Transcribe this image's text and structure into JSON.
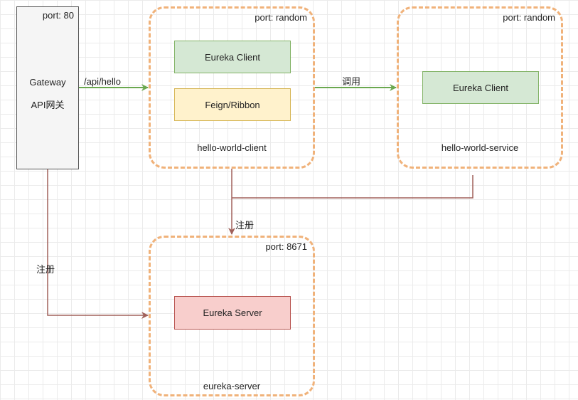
{
  "gateway": {
    "port": "port: 80",
    "name": "Gateway",
    "subtitle": "API网关"
  },
  "hello_world_client": {
    "port": "port: random",
    "name": "hello-world-client",
    "eureka_client": "Eureka Client",
    "feign_ribbon": "Feign/Ribbon"
  },
  "hello_world_service": {
    "port": "port: random",
    "name": "hello-world-service",
    "eureka_client": "Eureka Client"
  },
  "eureka_server": {
    "port": "port: 8671",
    "name": "eureka-server",
    "eureka_server_box": "Eureka Server"
  },
  "edges": {
    "api_hello": "/api/hello",
    "invoke": "调用",
    "register_top": "注册",
    "register_left": "注册"
  },
  "colors": {
    "group_border": "#f0b27a",
    "green_fill": "#d5e8d4",
    "green_border": "#82b366",
    "yellow_fill": "#fff2cc",
    "yellow_border": "#d6b656",
    "red_fill": "#f8cecc",
    "red_border": "#b85450",
    "green_arrow": "#6aa84f",
    "register_arrow": "#a0605a"
  }
}
